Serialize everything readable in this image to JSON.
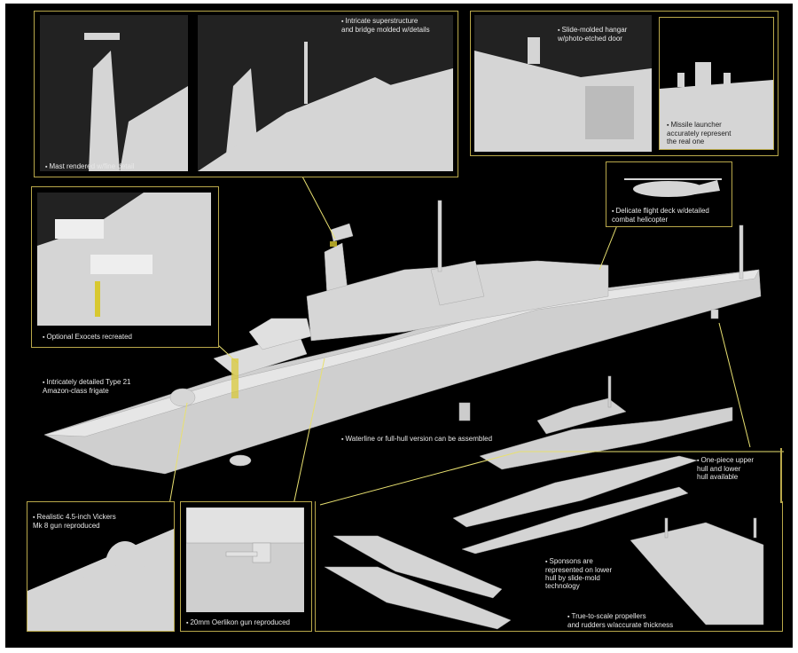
{
  "captions": {
    "mast": "Mast rendered w/fine detail",
    "superstructure": "Intricate superstructure\nand bridge molded w/details",
    "hangar": "Slide-molded hangar\nw/photo-etched door",
    "missile": "Missile launcher\naccurately represent\nthe real one",
    "helicopter": "Delicate flight deck w/detailed\ncombat helicopter",
    "exocets": "Optional Exocets recreated",
    "frigate": "Intricately detailed Type 21\nAmazon-class frigate",
    "waterline": "Waterline or full-hull version can be assembled",
    "hull": "One-piece upper\nhull and lower\nhull available",
    "vickers": "Realistic 4.5-inch Vickers\nMk 8 gun reproduced",
    "oerlikon": "20mm Oerlikon gun reproduced",
    "sponsons": "Sponsons are\nrepresented on lower\nhull by slide-mold\ntechnology",
    "propellers": "True-to-scale propellers\nand rudders w/accurate thickness"
  },
  "colors": {
    "background": "#000000",
    "frame": "#b9a84a",
    "model": "#d8d8d8",
    "leader": "#e8e070"
  }
}
